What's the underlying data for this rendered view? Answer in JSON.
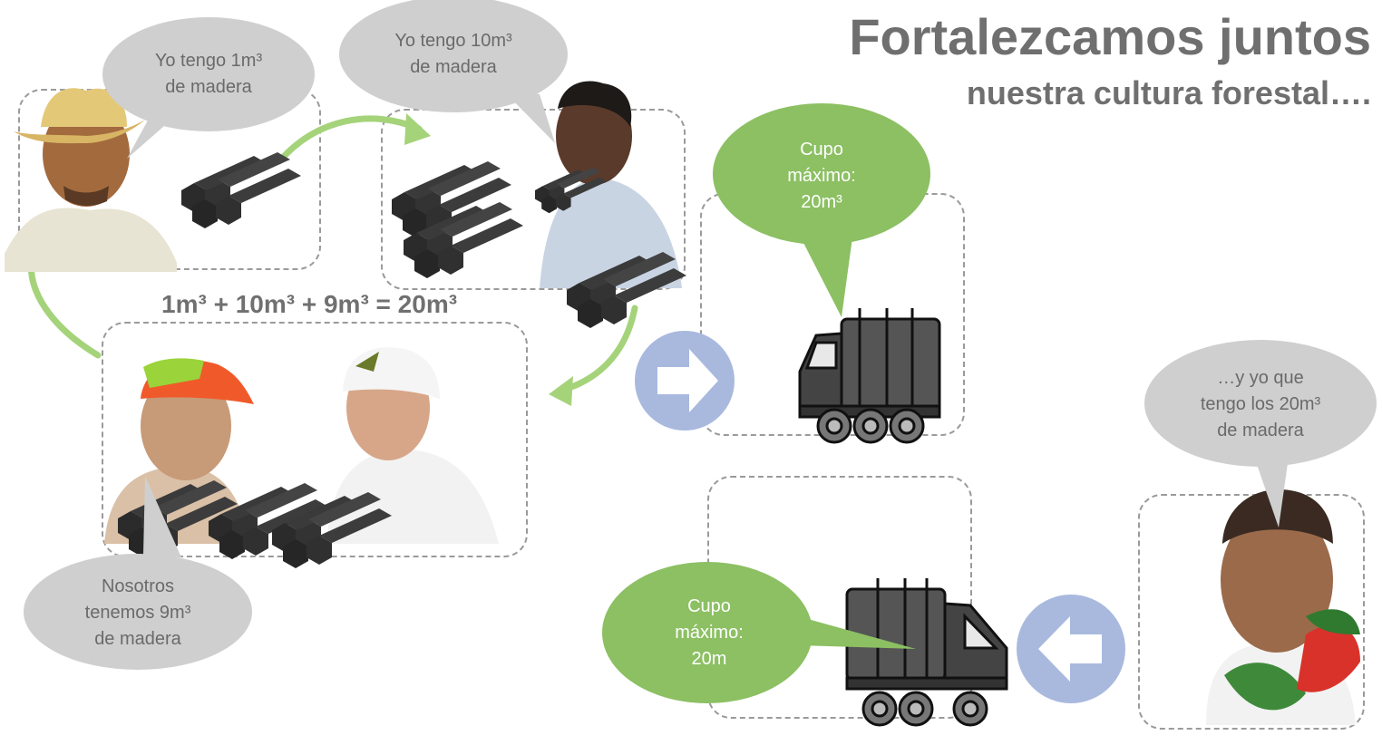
{
  "title": "Fortalezcamos juntos",
  "subtitle": "nuestra cultura forestal….",
  "equation": "1m³ + 10m³ + 9m³ =  20m³",
  "bubbles": {
    "farmer1": [
      "Yo tengo 1m³",
      "de madera"
    ],
    "farmer2": [
      "Yo tengo 10m³",
      "de madera"
    ],
    "group": [
      "Nosotros",
      "tenemos 9m³",
      "de madera"
    ],
    "farmer4": [
      "…y yo que",
      "tengo los 20m³",
      "de madera"
    ],
    "truck_top": [
      "Cupo",
      "máximo:",
      "20m³"
    ],
    "truck_bottom": [
      "Cupo",
      "máximo:",
      "20m"
    ]
  },
  "colors": {
    "title_gray": "#6f6f6f",
    "bubble_gray": "#cfcfcf",
    "bubble_green": "#8cc063",
    "arrow_green": "#a5d37a",
    "circle_blue": "#a9b9de",
    "wood_dark": "#2b2b2b"
  },
  "icons": {
    "right_arrow": "arrow-right-icon",
    "left_arrow": "arrow-left-icon",
    "truck": "truck-icon",
    "logs": "wood-logs-icon"
  }
}
